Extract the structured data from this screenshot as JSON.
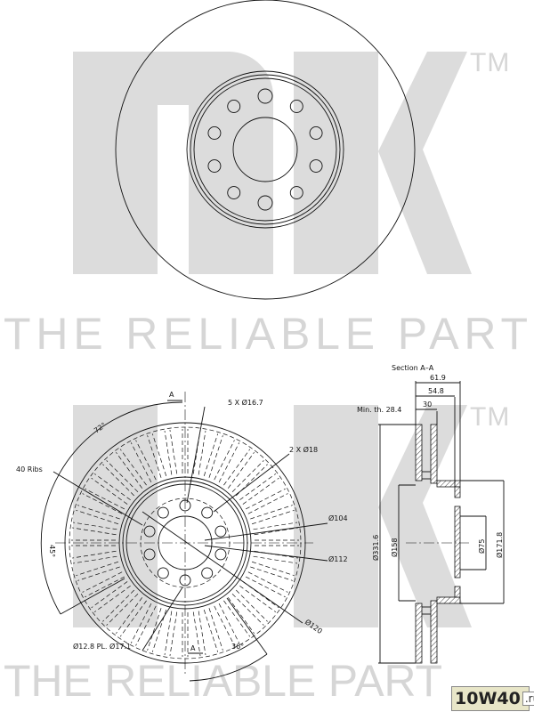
{
  "watermark": {
    "brand": "nk",
    "trademark": "TM",
    "slogan": "THE RELIABLE PART"
  },
  "front_view": {
    "section_marker": "A",
    "labels": {
      "bolt_holes": "5 X Ø16.7",
      "pin_holes": "2 X Ø18",
      "ribs": "40 Ribs",
      "d104": "Ø104",
      "d112": "Ø112",
      "d120": "Ø120",
      "hole_pcd": "Ø12.8 PL. Ø17.1",
      "angle_72": "72°",
      "angle_45": "45°",
      "angle_36": "36°"
    },
    "rib_count": 40
  },
  "section_view": {
    "title": "Section A–A",
    "dims": {
      "total_height": "61.9",
      "hat_height": "54.8",
      "thickness": "30",
      "min_thickness": "Min. th. 28.4",
      "outer_diameter": "Ø331.6",
      "d158": "Ø158",
      "d75": "Ø75",
      "d171_8": "Ø171.8"
    }
  },
  "site_logo": {
    "main": "10W40",
    "suffix": ".ru"
  }
}
